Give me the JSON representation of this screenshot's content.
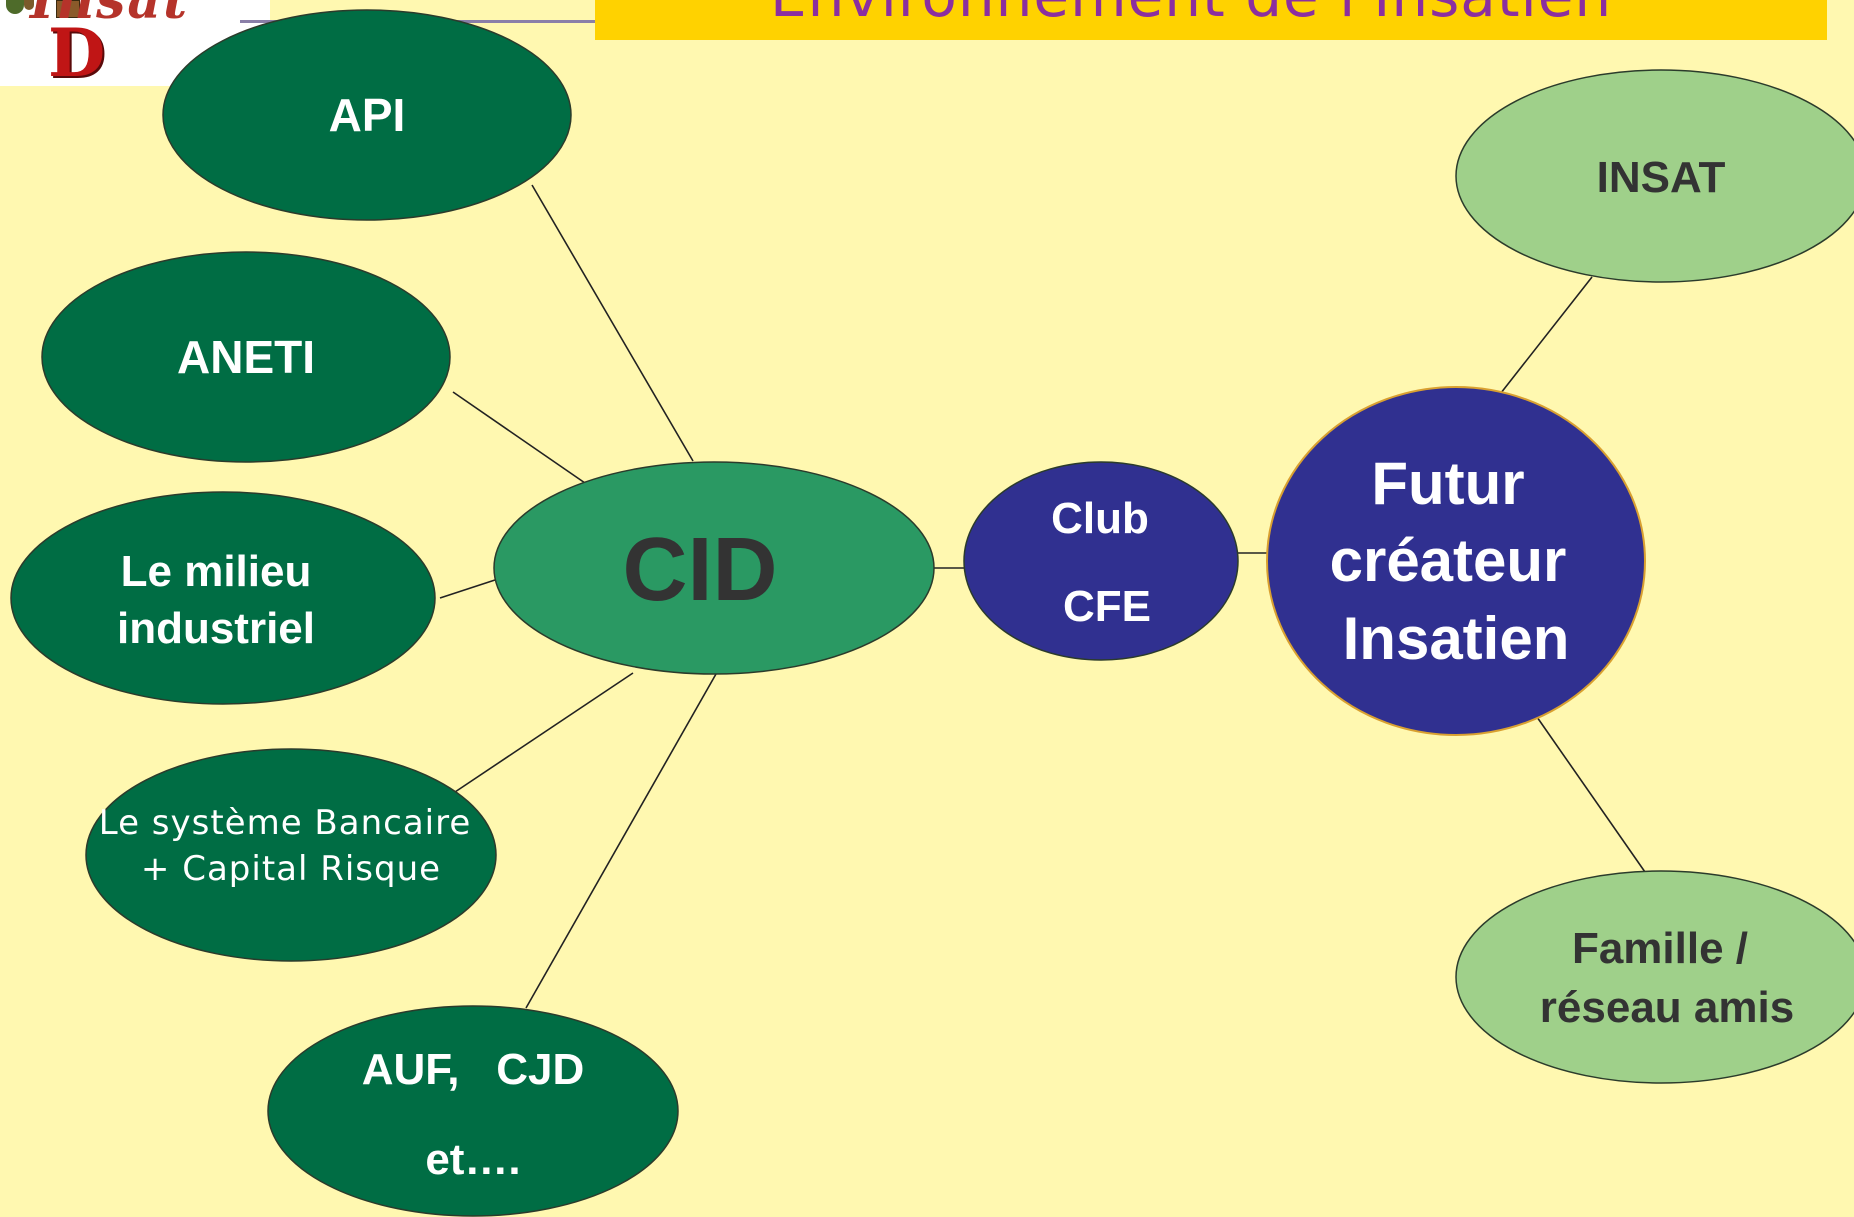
{
  "title": "Environnement de l'Insatien",
  "logo": {
    "text": "Insat",
    "letter": "D"
  },
  "nodes": {
    "api": [
      "API"
    ],
    "aneti": [
      "ANETI"
    ],
    "milieu": [
      "Le milieu",
      "industriel"
    ],
    "bancaire": [
      "Le système Bancaire",
      "+ Capital Risque"
    ],
    "auf": [
      "AUF,   CJD",
      "et…."
    ],
    "cid": [
      "CID"
    ],
    "club": [
      "Club",
      "CFE"
    ],
    "futur": [
      "Futur",
      "créateur",
      "Insatien"
    ],
    "insat": [
      "INSAT"
    ],
    "famille": [
      "Famille /",
      "réseau amis"
    ]
  },
  "colors": {
    "background": "#fff8b0",
    "dark_green": "#006d44",
    "mid_green": "#2a9963",
    "light_green": "#9fd08a",
    "navy": "#303090",
    "title_bar": "#ffd200",
    "title_text": "#8b2fa0"
  }
}
